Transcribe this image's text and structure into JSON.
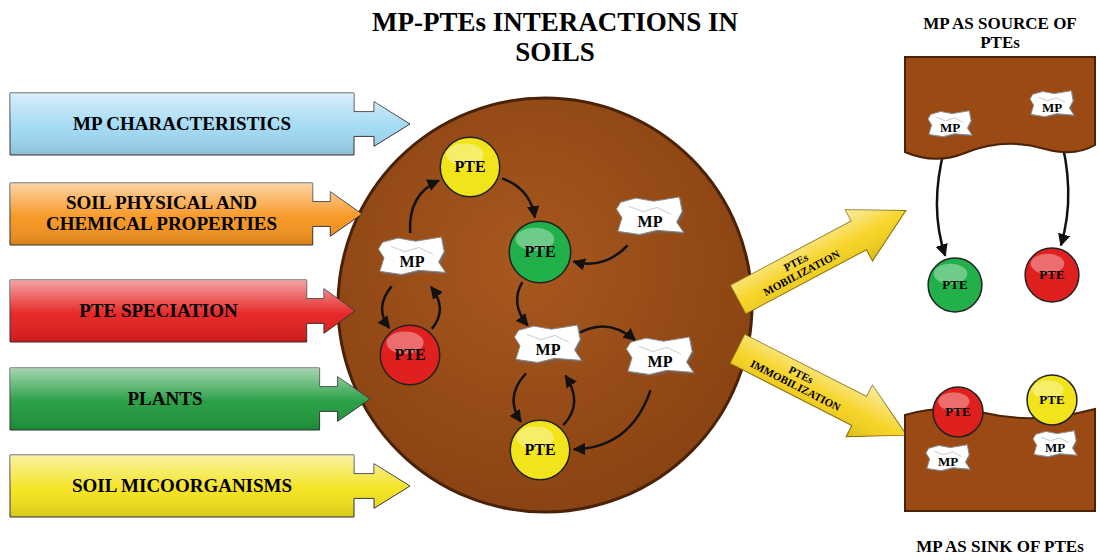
{
  "diagram": {
    "title": "MP-PTEs INTERACTIONS IN SOILS",
    "nodes": [
      {
        "text": [
          "MP CHARACTERISTICS"
        ]
      },
      {
        "text": [
          "SOIL PHYSICAL AND CHEMICAL PROPERTIES"
        ]
      },
      {
        "text": [
          "PTE SPECIATION"
        ]
      },
      {
        "text": [
          "PLANTS"
        ]
      },
      {
        "text": [
          "SOIL MICOORGANISMS"
        ]
      },
      {
        "text": [
          "PTE"
        ]
      },
      {
        "text": [
          "MP"
        ]
      },
      {
        "text": [
          "PTE"
        ]
      },
      {
        "text": [
          "MP"
        ]
      },
      {
        "text": [
          "PTE"
        ]
      },
      {
        "text": [
          "MP"
        ]
      },
      {
        "text": [
          "MP"
        ]
      },
      {
        "text": [
          "PTE"
        ]
      },
      {
        "text": [
          "PTEs MOBILIZATION"
        ]
      },
      {
        "text": [
          "PTEs IMMOBILIZATION"
        ]
      },
      {
        "text": [
          "MP AS SOURCE OF PTEs"
        ]
      },
      {
        "text": [
          "MP"
        ],
        "in": 15
      },
      {
        "text": [
          "MP"
        ],
        "in": 15
      },
      {
        "text": [
          "PTE"
        ]
      },
      {
        "text": [
          "PTE"
        ]
      },
      {
        "text": [
          "MP AS SINK OF PTEs"
        ]
      },
      {
        "text": [
          "PTE"
        ],
        "in": 20
      },
      {
        "text": [
          "PTE"
        ],
        "in": 20
      },
      {
        "text": [
          "MP"
        ],
        "in": 20
      },
      {
        "text": [
          "MP"
        ],
        "in": 20
      }
    ],
    "edges": [
      {
        "from": 8,
        "to": 5,
        "arrow": "to"
      },
      {
        "from": 5,
        "to": 7,
        "arrow": "to"
      },
      {
        "from": 6,
        "to": 7,
        "arrow": "to"
      },
      {
        "from": 7,
        "to": 10,
        "arrow": "to"
      },
      {
        "from": 8,
        "to": 9,
        "arrow": "to"
      },
      {
        "from": 9,
        "to": 8,
        "arrow": "to"
      },
      {
        "from": 10,
        "to": 11,
        "arrow": "to"
      },
      {
        "from": 11,
        "to": 12,
        "arrow": "to"
      },
      {
        "from": 12,
        "to": 10,
        "arrow": "to"
      },
      {
        "from": 10,
        "to": 12,
        "arrow": "to"
      },
      {
        "from": 16,
        "to": 18,
        "arrow": "to"
      },
      {
        "from": 17,
        "to": 19,
        "arrow": "to"
      }
    ]
  }
}
